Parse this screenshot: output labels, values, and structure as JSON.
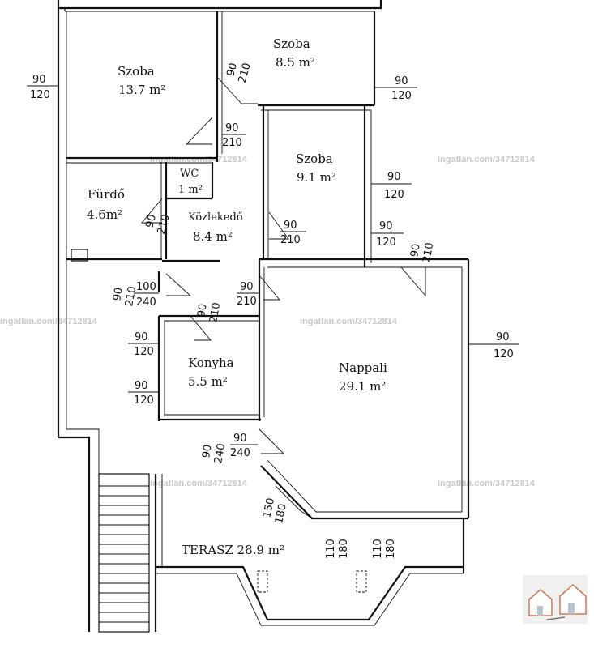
{
  "rooms": {
    "szoba1": {
      "name": "Szoba",
      "area": "13.7 m²"
    },
    "szoba2": {
      "name": "Szoba",
      "area": "8.5 m²"
    },
    "szoba3": {
      "name": "Szoba",
      "area": "9.1 m²"
    },
    "wc": {
      "name": "WC",
      "area": "1 m²"
    },
    "furdo": {
      "name": "Fürdő",
      "area": "4.6m²"
    },
    "kozlekedo": {
      "name": "Közlekedő",
      "area": "8.4 m²"
    },
    "konyha": {
      "name": "Konyha",
      "area": "5.5 m²"
    },
    "nappali": {
      "name": "Nappali",
      "area": "29.1 m²"
    },
    "terasz": {
      "label": "TERASZ 28.9 m²"
    }
  },
  "dims": {
    "w90_120": {
      "top": "90",
      "bottom": "120"
    },
    "d90_210": {
      "top": "90",
      "bottom": "210"
    },
    "d100_240": {
      "top": "100",
      "bottom": "240"
    },
    "d90_240": {
      "top": "90",
      "bottom": "240"
    },
    "d150_180": {
      "top": "150",
      "bottom": "180"
    },
    "w110_180": {
      "top": "110",
      "bottom": "180"
    }
  },
  "watermark": "ingatlan.com/34712814"
}
